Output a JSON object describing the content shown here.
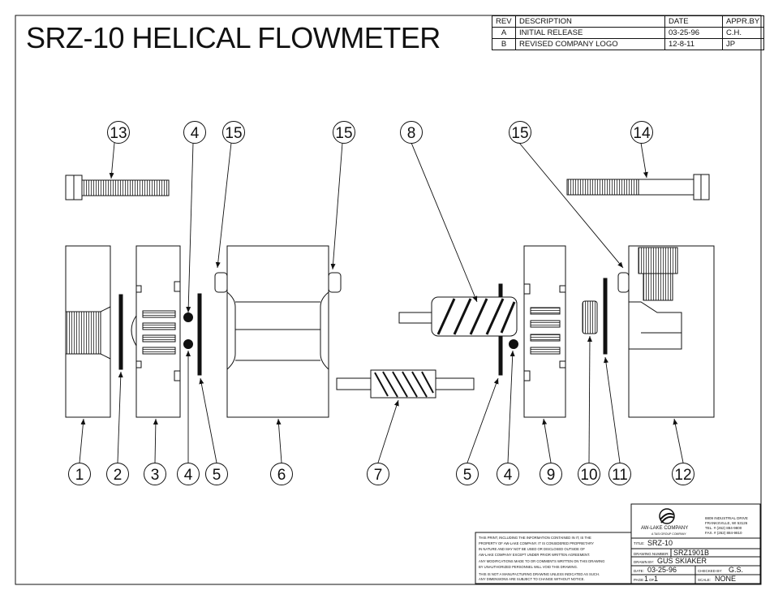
{
  "title": "SRZ-10 HELICAL FLOWMETER",
  "revision_table": {
    "headers": [
      "REV",
      "DESCRIPTION",
      "DATE",
      "APPR.BY"
    ],
    "rows": [
      [
        "A",
        "INITIAL RELEASE",
        "03-25-96",
        "C.H."
      ],
      [
        "B",
        "REVISED COMPANY LOGO",
        "12-8-11",
        "JP"
      ]
    ]
  },
  "callouts": {
    "top": [
      "13",
      "4",
      "15",
      "15",
      "8",
      "15",
      "14"
    ],
    "bottom": [
      "1",
      "2",
      "3",
      "4",
      "5",
      "6",
      "7",
      "5",
      "4",
      "9",
      "10",
      "11",
      "12"
    ]
  },
  "title_block": {
    "company": "AW-LAKE COMPANY",
    "company_sub": "A TASI GROUP COMPANY",
    "address": [
      "8809 INDUSTRIAL DRIVE",
      "FRANKSVILLE, WI 53126",
      "TEL. # (262) 884-9800",
      "FAX. # (262) 884-9810"
    ],
    "notes": [
      "THIS PRINT, INCLUDING THE INFORMATION CONTAINED IN IT, IS THE",
      "PROPERTY OF AW-LAKE COMPANY. IT IS CONSIDERED PROPRIETARY",
      "IN NATURE AND MAY NOT BE USED OR DISCLOSED OUTSIDE OF",
      "AW-LAKE COMPANY EXCEPT UNDER PRIOR WRITTEN AGREEMENT.",
      "ANY MODIFICATIONS MADE TO OR COMMENTS WRITTEN ON THIS DRAWING",
      "BY UNAUTHORIZED PERSONNEL WILL VOID THIS DRAWING.",
      "THIS IS NOT A MANUFACTURING DRAWING UNLESS INDICATED AS SUCH.",
      "ANY DIMENSIONS ARE SUBJECT TO CHANGE WITHOUT NOTICE."
    ],
    "labels": {
      "title": "TITLE:",
      "drawing_number": "DRAWING NUMBER:",
      "drawn_by": "DRAWN BY:",
      "date": "DATE:",
      "checked_by": "CHECKED BY:",
      "page": "PAGE",
      "of": "OF",
      "scale": "SCALE:"
    },
    "values": {
      "title": "SRZ-10",
      "drawing_number": "SRZ1901B",
      "drawn_by": "GUS SKIAKER",
      "date": "03-25-96",
      "checked_by": "G.S.",
      "page": "1",
      "page_total": "1",
      "scale": "NONE"
    }
  }
}
